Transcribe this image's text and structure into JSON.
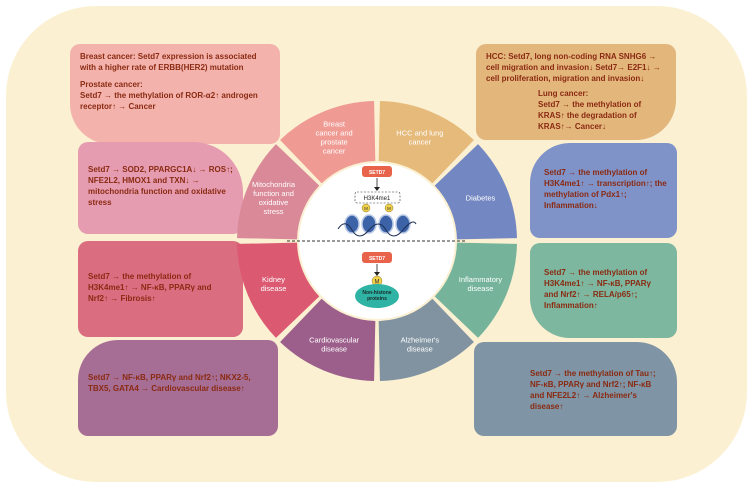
{
  "segments": [
    {
      "id": "breast",
      "label": "Breast cancer and prostate cancer",
      "color": "#ef9b94"
    },
    {
      "id": "hcc",
      "label": "HCC and lung cancer",
      "color": "#e5ba7b"
    },
    {
      "id": "diabetes",
      "label": "Diabetes",
      "color": "#7387c2"
    },
    {
      "id": "inflammatory",
      "label": "Inflammatory disease",
      "color": "#75b49a"
    },
    {
      "id": "alzheimer",
      "label": "Alzheimer's disease",
      "color": "#8193a0"
    },
    {
      "id": "cardio",
      "label": "Cardiovascular disease",
      "color": "#9c5f8b"
    },
    {
      "id": "kidney",
      "label": "Kidney disease",
      "color": "#db5a72"
    },
    {
      "id": "mito",
      "label": "Mitochondria function and oxidative stress",
      "color": "#d98998"
    }
  ],
  "center": {
    "setd7_top": "SETD7",
    "histone_label": "H3K4me1",
    "methyl_mark": "M",
    "setd7_bottom": "SETD7",
    "nonhistone_label": "Non-histone proteins"
  },
  "boxes": {
    "breast_prostate": {
      "title1": "Breast cancer: Setd7 expression is associated with a higher rate of ERBB(HER2) mutation",
      "title2": "Prostate cancer:",
      "line2": "Setd7 → the methylation of ROR-α2↑ androgen receptor↑ → Cancer"
    },
    "mito": {
      "text": "Setd7 → SOD2, PPARGC1A↓ → ROS↑; NFE2L2, HMOX1 and TXN↓ → mitochondria function and oxidative stress"
    },
    "kidney": {
      "text": "Setd7 → the methylation of H3K4me1↑ → NF-κB, PPARγ and Nrf2↑ → Fibrosis↑"
    },
    "cardio": {
      "text": "Setd7 → NF-κB, PPARγ and Nrf2↑; NKX2-5, TBX5, GATA4 → Cardiovascular disease↑"
    },
    "hcc_lung": {
      "hcc": "HCC: Setd7, long non-coding RNA SNHG6 → cell migration and invasion↓ Setd7→ E2F1↓ → cell proliferation, migration and invasion↓",
      "lung_title": "Lung cancer:",
      "lung": "Setd7 → the methylation of KRAS↑ the degradation of KRAS↑→ Cancer↓"
    },
    "diabetes": {
      "text": "Setd7 → the methylation of H3K4me1↑ → transcription↑; the methylation of Pdx1↑; Inflammation↓"
    },
    "inflammatory": {
      "text": "Setd7 → the methylation of H3K4me1↑ → NF-κB, PPARγ and Nrf2↑ → RELA/p65↑; Inflammation↑"
    },
    "alzheimer": {
      "text": "Setd7 → the methylation of Tau↑; NF-κB, PPARγ and Nrf2↑; NF-κB and NFE2L2↑ → Alzheimer's disease↑"
    }
  }
}
